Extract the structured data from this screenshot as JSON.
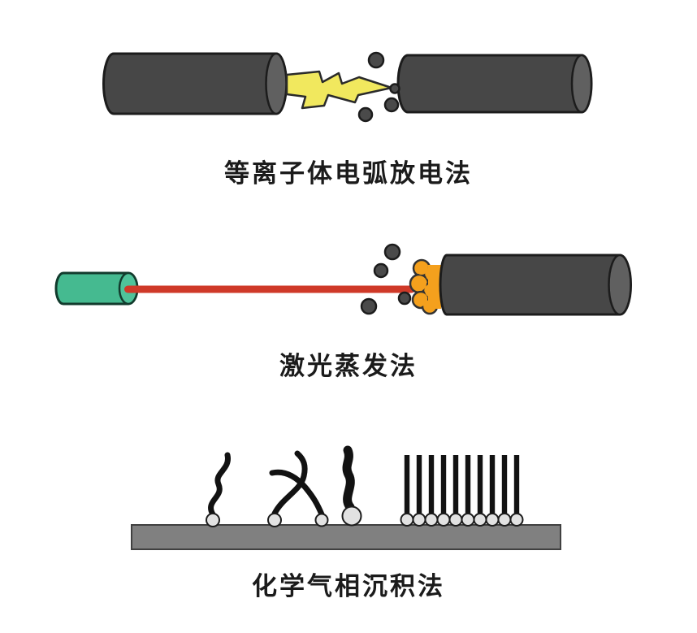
{
  "colors": {
    "page-bg": "#ffffff",
    "electrode": "#474747",
    "electrode-cap": "#606060",
    "outline": "#1c1c1c",
    "bolt": "#f1e85e",
    "bolt-outline": "#2a2a2a",
    "particle": "#4a4a4a",
    "laser-body": "#45ba90",
    "laser-cap": "#4fc39a",
    "laser-outline": "#123b2d",
    "beam": "#cf3928",
    "plume": "#f4a01d",
    "plume-outline": "#333333",
    "substrate": "#808080",
    "substrate-outline": "#404040",
    "tube": "#121212",
    "catalyst": "#e2e2e2",
    "caption": "#1b1b1b"
  },
  "sections": {
    "arc": {
      "caption": "等离子体电弧放电法"
    },
    "laser": {
      "caption": "激光蒸发法"
    },
    "cvd": {
      "caption": "化学气相沉积法"
    }
  }
}
